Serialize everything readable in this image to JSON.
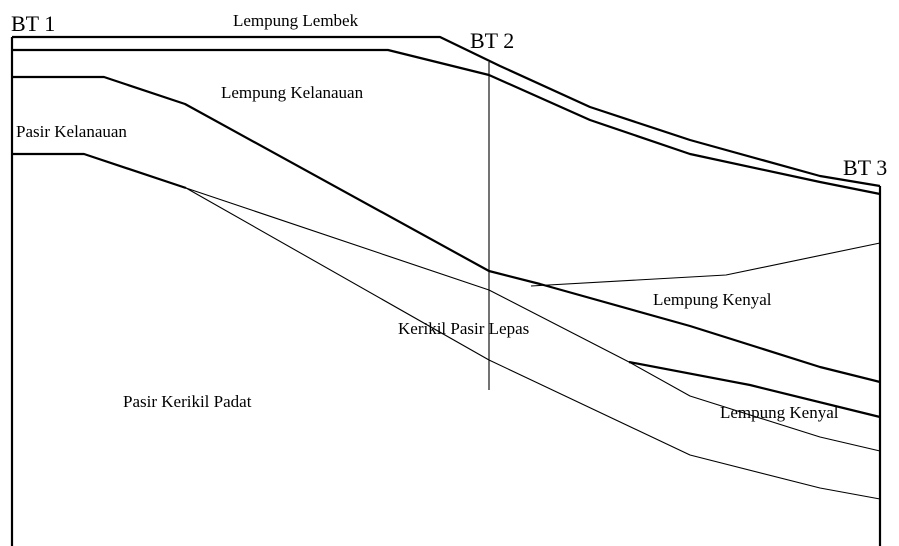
{
  "boreholes": {
    "bt1": "BT 1",
    "bt2": "BT 2",
    "bt3": "BT 3"
  },
  "layers": {
    "lempung_lembek": "Lempung Lembek",
    "lempung_kelanauan": "Lempung Kelanauan",
    "pasir_kelanauan": "Pasir Kelanauan",
    "kerikil_pasir_lepas": "Kerikil Pasir Lepas",
    "lempung_kenyal_upper": "Lempung Kenyal",
    "lempung_kenyal_lower": "Lempung Kenyal",
    "pasir_kerikil_padat": "Pasir Kerikil Padat"
  }
}
